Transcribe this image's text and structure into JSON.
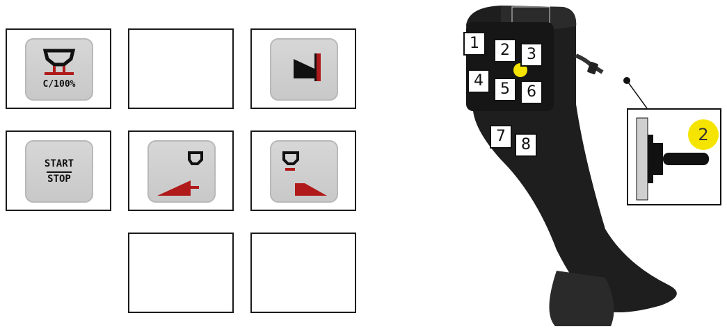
{
  "key_grid": {
    "keys": [
      {
        "icon": "spreader-quantity-icon",
        "text": "C/100%"
      },
      {
        "icon": "empty-key",
        "text": ""
      },
      {
        "icon": "boundary-spreading-icon",
        "text": ""
      },
      {
        "icon": "start-stop-icon",
        "line1": "START",
        "line2": "STOP"
      },
      {
        "icon": "left-section-boundary-icon",
        "text": ""
      },
      {
        "icon": "right-section-boundary-icon",
        "text": ""
      },
      {
        "icon": "empty-key",
        "text": ""
      },
      {
        "icon": "empty-key",
        "text": ""
      }
    ]
  },
  "joystick": {
    "buttons": [
      "1",
      "2",
      "3",
      "4",
      "5",
      "6",
      "7",
      "8"
    ],
    "detail_badge": "2",
    "colors": {
      "dot": "#f5e400",
      "red": "#b01a1a",
      "body": "#1e1e1e"
    }
  }
}
